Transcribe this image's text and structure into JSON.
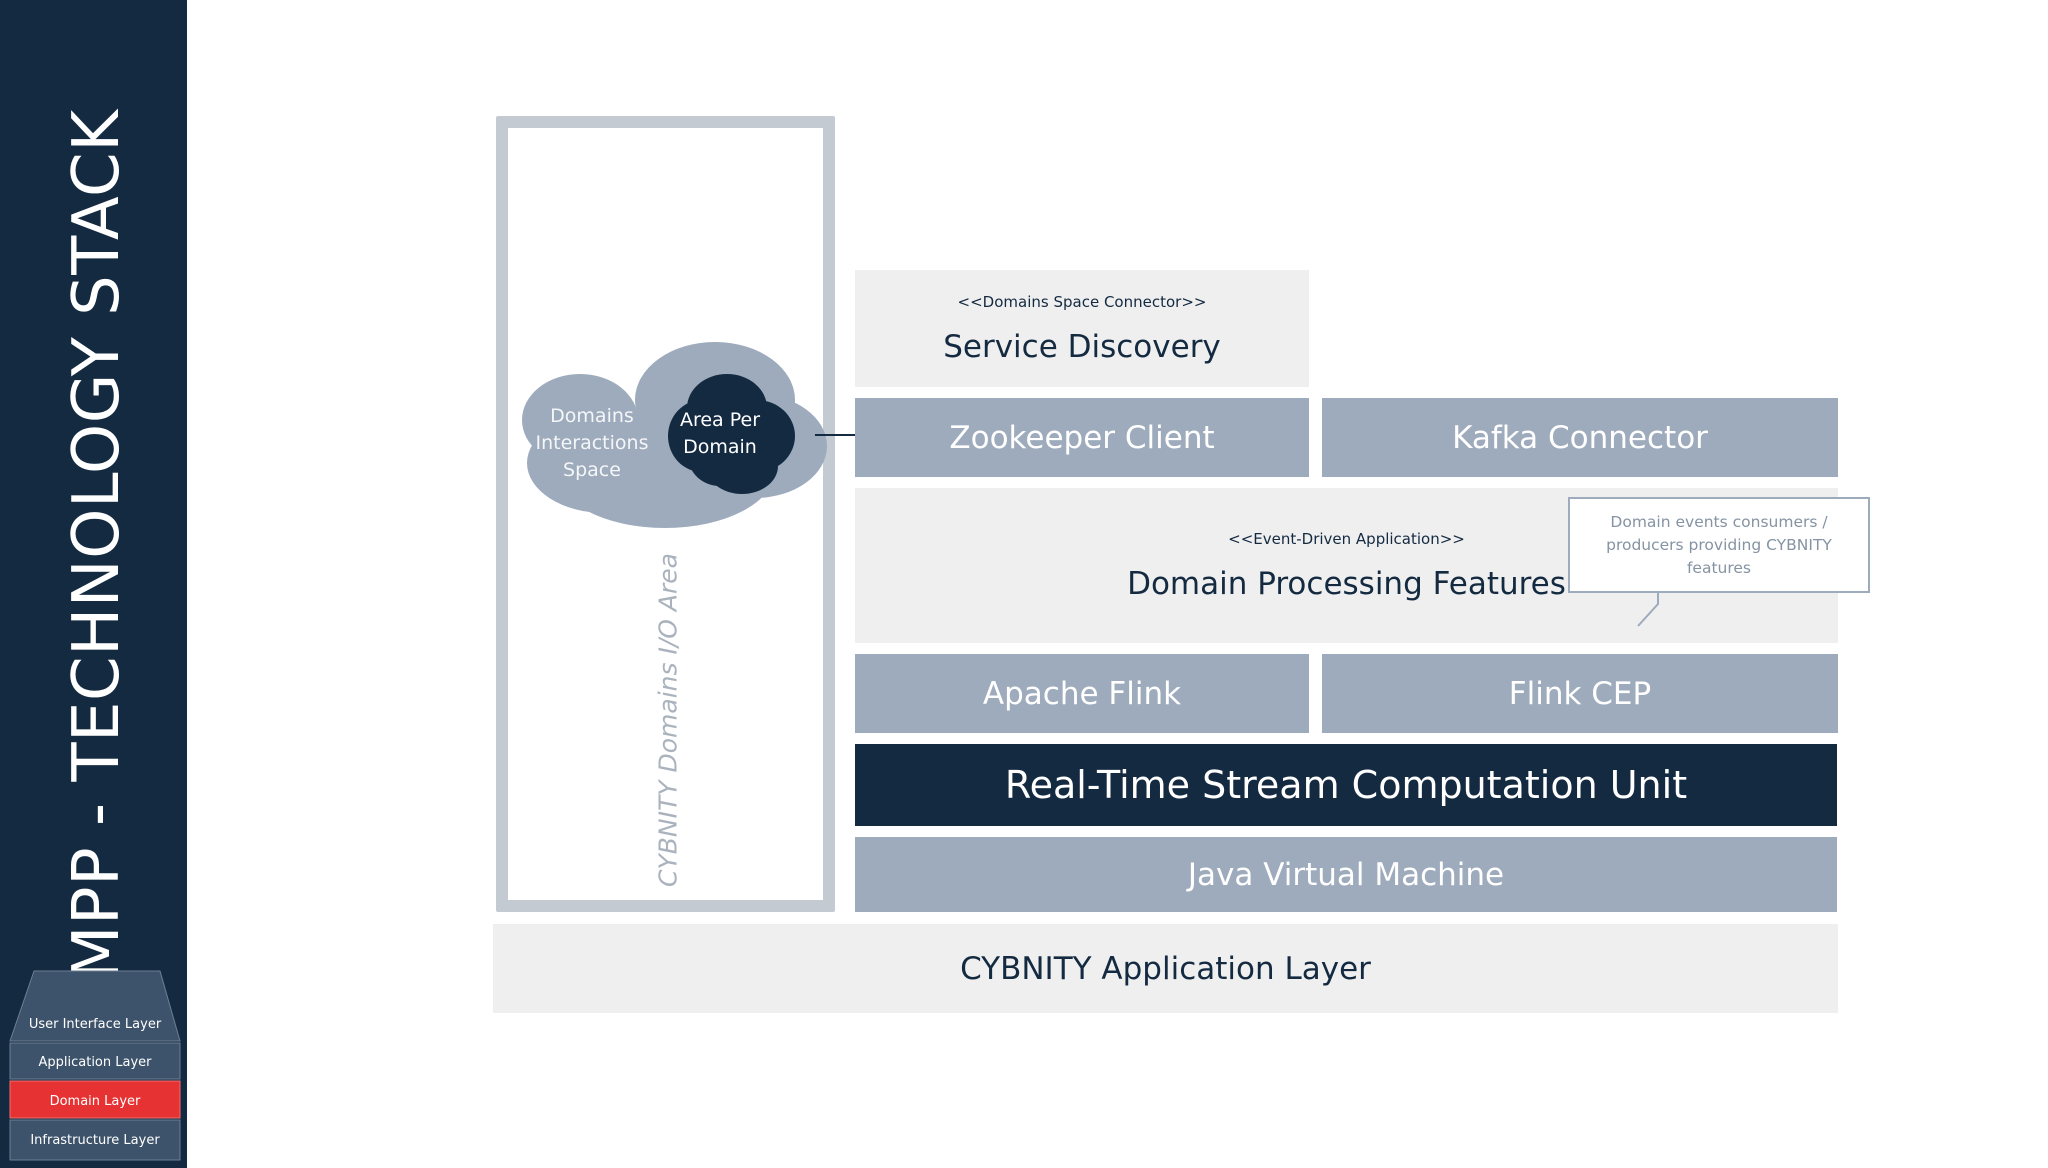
{
  "sidebar": {
    "title": "MPP - TECHNOLOGY STACK",
    "layers": [
      {
        "label": "User Interface Layer",
        "color": "#3d536b"
      },
      {
        "label": "Application Layer",
        "color": "#3d536b"
      },
      {
        "label": "Domain Layer",
        "color": "#e63232"
      },
      {
        "label": "Infrastructure Layer",
        "color": "#3d536b"
      }
    ]
  },
  "io_area": {
    "caption": "CYBNITY Domains I/O Area",
    "cloud_outer_label": [
      "Domains",
      "Interactions",
      "Space"
    ],
    "cloud_inner_label": [
      "Area Per",
      "Domain"
    ]
  },
  "stack": {
    "service_discovery": {
      "stereotype": "<<Domains Space Connector>>",
      "title": "Service Discovery"
    },
    "zookeeper_client": "Zookeeper Client",
    "kafka_connector": "Kafka Connector",
    "domain_processing": {
      "stereotype": "<<Event-Driven Application>>",
      "title": "Domain Processing Features"
    },
    "callout": "Domain events consumers / producers providing CYBNITY features",
    "apache_flink": "Apache Flink",
    "flink_cep": "Flink CEP",
    "stream_unit": "Real-Time Stream Computation Unit",
    "jvm": "Java Virtual Machine",
    "app_layer": "CYBNITY Application Layer"
  },
  "colors": {
    "navy": "#142a41",
    "slate": "#9eabbc",
    "light_gray": "#efefef",
    "frame_gray": "#c3cad2",
    "domain_layer_red": "#e63232"
  }
}
